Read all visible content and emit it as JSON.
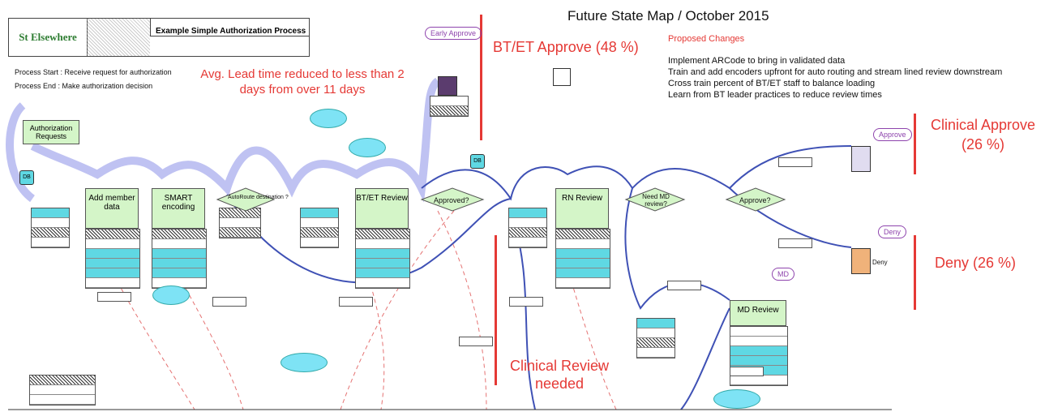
{
  "header": {
    "title": "Future State Map / October 2015",
    "org_name": "St Elsewhere",
    "process_title": "Example Simple Authorization Process",
    "process_start": "Process Start : Receive request for authorization",
    "process_end": "Process End : Make authorization decision"
  },
  "callouts": {
    "lead_time": "Avg. Lead time reduced to less than 2 days from over 11 days",
    "btet_approve": "BT/ET Approve (48 %)",
    "clinical_approve": "Clinical Approve (26 %)",
    "deny": "Deny (26 %)",
    "clinical_review": "Clinical Review needed"
  },
  "proposed_changes": {
    "heading": "Proposed Changes",
    "items": [
      "Implement ARCode to bring in validated data",
      "Train and add encoders upfront for auto routing and stream lined review downstream",
      "Cross train percent of BT/ET staff to balance loading",
      "Learn from BT leader practices to reduce review times"
    ]
  },
  "process_steps": {
    "auth_requests": "Authorization Requests",
    "add_member": "Add member data",
    "smart_encoding": "SMART encoding",
    "autoroute": "AutoRoute destination ?",
    "btet_review": "BT/ET Review",
    "approved": "Approved?",
    "rn_review": "RN Review",
    "need_md": "Need MD review?",
    "approve_q": "Approve?",
    "md_review": "MD Review"
  },
  "labels": {
    "early_approve": "Early Approve",
    "approve": "Approve",
    "deny_tag": "Deny",
    "deny_box": "Deny",
    "md": "MD",
    "db1": "DB",
    "db2": "DB"
  },
  "colors": {
    "accent_red": "#e53935",
    "process_green": "#d4f5c8",
    "cyan": "#5fd8e3",
    "flow_blue": "#3f51b5"
  }
}
